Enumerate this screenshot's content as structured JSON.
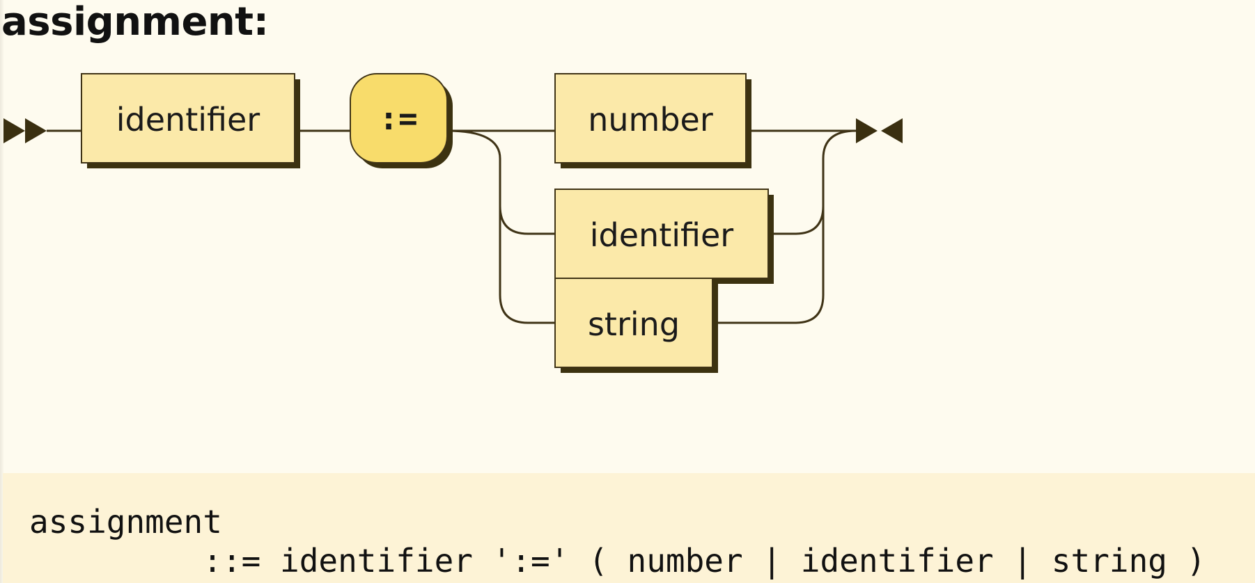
{
  "title": "assignment:",
  "diagram": {
    "nonterminals": {
      "identifier_first": "identifier",
      "number": "number",
      "identifier_alt": "identifier",
      "string": "string"
    },
    "terminal": ":=",
    "colors": {
      "nonterminal_fill": "#fbe9a9",
      "terminal_fill": "#f8dc6b",
      "shadow": "#3c3210",
      "line": "#3f3316",
      "background": "#fefbef",
      "code_background": "#fdf3d6"
    }
  },
  "ebnf": {
    "line1": "assignment",
    "line2": "         ::= identifier ':=' ( number | identifier | string )"
  }
}
